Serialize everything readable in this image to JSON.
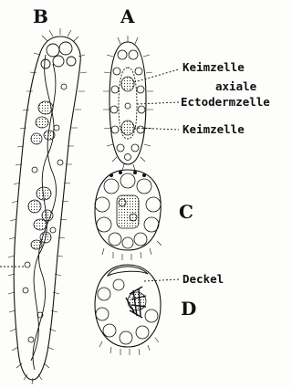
{
  "figure": {
    "panels": {
      "a": "A",
      "b": "B",
      "c": "C",
      "d": "D"
    },
    "labels": {
      "keimzelle_top": "Keimzelle",
      "axiale": "axiale",
      "ectodermzelle": "Ectodermzelle",
      "keimzelle_bottom": "Keimzelle",
      "deckel": "Deckel"
    }
  }
}
